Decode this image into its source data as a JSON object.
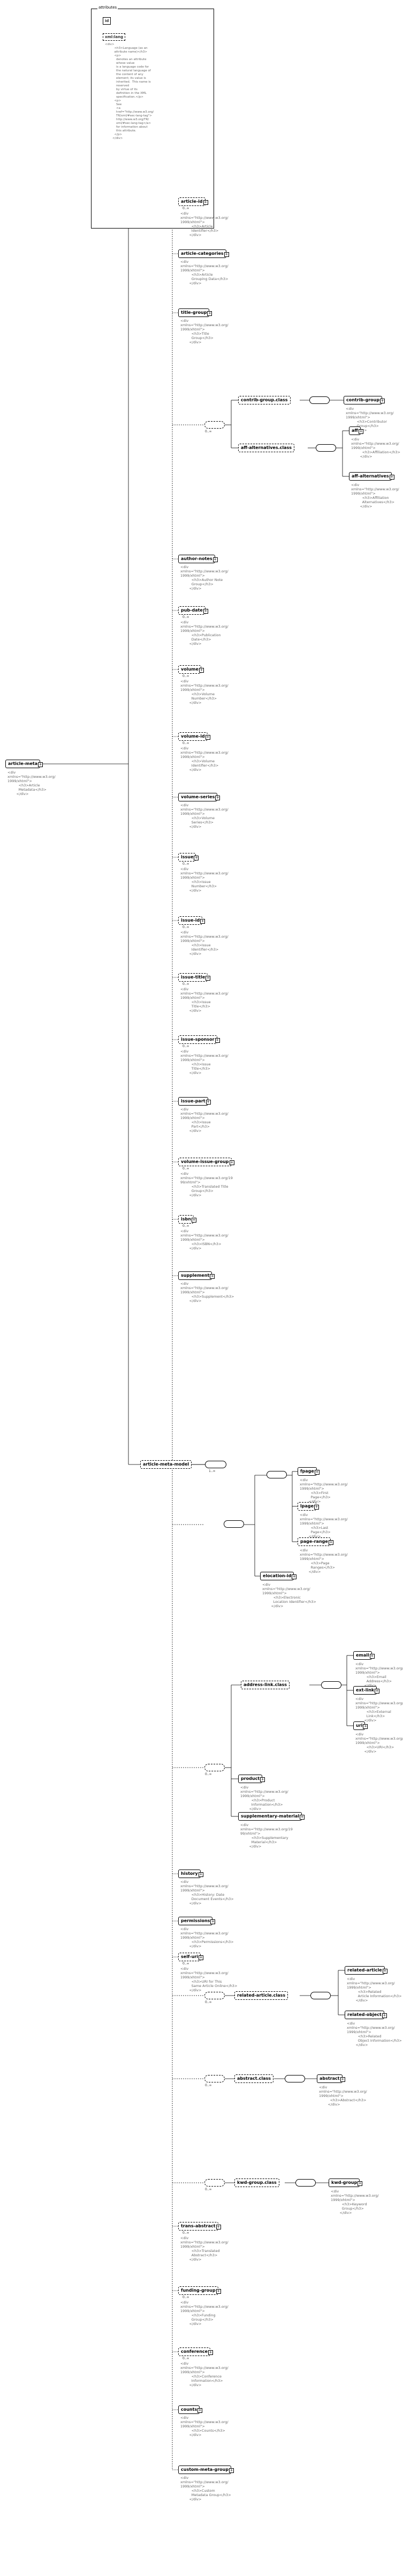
{
  "root": {
    "label": "article-meta",
    "doc": "<div\nxmlns=\"http://www.w3.org/\n1999/xhtml\">\n          <h3>Article\n          Metadata</h3>\n        </div>"
  },
  "attributes": {
    "title": "attributes",
    "id_label": "id",
    "xmllang_label": "xml:lang",
    "xmllang_doc": "<div>\n          <h3>Language (as an\n          attribute name)</h3>\n          <p>\n            denotes an attribute\n            whose value\n            is a language code for\n            the natural language of\n            the content of any\n            element; its value is\n            inherited.  This name is\n            reserved\n            by virtue of its\n            definition in the XML\n            specification.</p>\n          <p>\n            See\n            <a\n            href=\"http://www.w3.org/\n            TR/xml/#sec-lang-tag\">\n            http://www.w3.org/TR/\n            xml/#sec-lang-tag</a>\n            for information about\n            this attribute.\n          </p>\n        </div>"
  },
  "model": {
    "label": "article-meta-model",
    "occ": "1..∞"
  },
  "column_elements": [
    {
      "label": "article-id",
      "occ": "0..∞",
      "doc": "<div\nxmlns=\"http://www.w3.org/\n1999/xhtml\">\n          <h3>Article\n          Identifier</h3>\n        </div>"
    },
    {
      "label": "article-categories",
      "occ": "",
      "doc": "<div\nxmlns=\"http://www.w3.org/\n1999/xhtml\">\n          <h3>Article\n          Grouping Data</h3>\n        </div>"
    },
    {
      "label": "title-group",
      "occ": "",
      "doc": "<div\nxmlns=\"http://www.w3.org/\n1999/xhtml\">\n          <h3>Title\n          Group</h3>\n        </div>"
    },
    {
      "label": "author-notes",
      "occ": "",
      "doc": "<div\nxmlns=\"http://www.w3.org/\n1999/xhtml\">\n          <h3>Author Note\n          Group</h3>\n        </div>"
    },
    {
      "label": "pub-date",
      "occ": "0..∞",
      "doc": "<div\nxmlns=\"http://www.w3.org/\n1999/xhtml\">\n          <h3>Publication\n          Date</h3>\n        </div>"
    },
    {
      "label": "volume",
      "occ": "0..∞",
      "doc": "<div\nxmlns=\"http://www.w3.org/\n1999/xhtml\">\n          <h3>Volume\n          Number</h3>\n        </div>"
    },
    {
      "label": "volume-id",
      "occ": "0..∞",
      "doc": "<div\nxmlns=\"http://www.w3.org/\n1999/xhtml\">\n          <h3>Volume\n          Identifier</h3>\n        </div>"
    },
    {
      "label": "volume-series",
      "occ": "",
      "doc": "<div\nxmlns=\"http://www.w3.org/\n1999/xhtml\">\n          <h3>Volume\n          Series</h3>\n        </div>"
    },
    {
      "label": "issue",
      "occ": "0..∞",
      "doc": "<div\nxmlns=\"http://www.w3.org/\n1999/xhtml\">\n          <h3>Issue\n          Number</h3>\n        </div>"
    },
    {
      "label": "issue-id",
      "occ": "0..∞",
      "doc": "<div\nxmlns=\"http://www.w3.org/\n1999/xhtml\">\n          <h3>Issue\n          Identifier</h3>\n        </div>"
    },
    {
      "label": "issue-title",
      "occ": "0..∞",
      "doc": "<div\nxmlns=\"http://www.w3.org/\n1999/xhtml\">\n          <h3>Issue\n          Title</h3>\n        </div>"
    },
    {
      "label": "issue-sponsor",
      "occ": "0..∞",
      "doc": "<div\nxmlns=\"http://www.w3.org/\n1999/xhtml\">\n          <h3>Issue\n          Title</h3>\n        </div>"
    },
    {
      "label": "issue-part",
      "occ": "",
      "doc": "<div\nxmlns=\"http://www.w3.org/\n1999/xhtml\">\n          <h3>Issue\n          Part</h3>\n        </div>"
    },
    {
      "label": "volume-issue-group",
      "occ": "0..∞",
      "doc": "<div\nxmlns=\"http://www.w3.org/19\n99/xhtml\">\n          <h3>Translated Title\n          Group</h3>\n        </div>"
    },
    {
      "label": "isbn",
      "occ": "0..∞",
      "doc": "<div\nxmlns=\"http://www.w3.org/\n1999/xhtml\">\n          <h3>ISBN</h3>\n        </div>"
    },
    {
      "label": "supplement",
      "occ": "",
      "doc": "<div\nxmlns=\"http://www.w3.org/\n1999/xhtml\">\n          <h3>Supplement</h3>\n        </div>"
    },
    {
      "label": "history",
      "occ": "",
      "doc": "<div\nxmlns=\"http://www.w3.org/\n1999/xhtml\">\n          <h3>History: Date\n          Document Events</h3>\n        </div>"
    },
    {
      "label": "permissions",
      "occ": "",
      "doc": "<div\nxmlns=\"http://www.w3.org/\n1999/xhtml\">\n          <h3>Permissions</h3>\n        </div>"
    },
    {
      "label": "self-uri",
      "occ": "0..∞",
      "doc": "<div\nxmlns=\"http://www.w3.org/\n1999/xhtml\">\n          <h3>URI for This\n          Same Article Online</h3>\n        </div>"
    },
    {
      "label": "trans-abstract",
      "occ": "0..∞",
      "doc": "<div\nxmlns=\"http://www.w3.org/\n1999/xhtml\">\n          <h3>Translated\n          Abstract</h3>\n        </div>"
    },
    {
      "label": "funding-group",
      "occ": "0..∞",
      "doc": "<div\nxmlns=\"http://www.w3.org/\n1999/xhtml\">\n          <h3>Funding\n          Group</h3>\n        </div>"
    },
    {
      "label": "conference",
      "occ": "0..∞",
      "doc": "<div\nxmlns=\"http://www.w3.org/\n1999/xhtml\">\n          <h3>Conference\n          Information</h3>\n        </div>"
    },
    {
      "label": "counts",
      "occ": "",
      "doc": "<div\nxmlns=\"http://www.w3.org/\n1999/xhtml\">\n          <h3>Counts</h3>\n        </div>"
    },
    {
      "label": "custom-meta-group",
      "occ": "",
      "doc": "<div\nxmlns=\"http://www.w3.org/\n1999/xhtml\">\n          <h3>Custom\n          Metadata Group</h3>\n        </div>"
    }
  ],
  "contrib_section": {
    "choice_occ": "0..∞",
    "contrib_group_class": "contrib-group.class",
    "contrib_group": "contrib-group",
    "contrib_group_doc": "<div\nxmlns=\"http://www.w3.org/\n1999/xhtml\">\n          <h3>Contributor\n          Group</h3>\n        </div>",
    "aff_alternatives_class": "aff-alternatives.class",
    "aff": "aff",
    "aff_doc": "<div\nxmlns=\"http://www.w3.org/\n1999/xhtml\">\n          <h3>Affiliation</h3>\n        </div>",
    "aff_alternatives": "aff-alternatives",
    "aff_alternatives_doc": "<div\nxmlns=\"http://www.w3.org/\n1999/xhtml\">\n          <h3>Affiliation\n          Alternatives</h3>\n        </div>"
  },
  "page_section": {
    "fpage": "fpage",
    "fpage_doc": "<div\nxmlns=\"http://www.w3.org/\n1999/xhtml\">\n          <h3>First\n          Page</h3>\n        </div>",
    "lpage": "lpage",
    "lpage_doc": "<div\nxmlns=\"http://www.w3.org/\n1999/xhtml\">\n          <h3>Last\n          Page</h3>\n        </div>",
    "page_range": "page-range",
    "page_range_doc": "<div\nxmlns=\"http://www.w3.org/\n1999/xhtml\">\n          <h3>Page\n          Ranges</h3>\n        </div>",
    "elocation_id": "elocation-id",
    "elocation_id_doc": "<div\nxmlns=\"http://www.w3.org/\n1999/xhtml\">\n          <h3>Electronic\n          Location Identifier</h3>\n        </div>"
  },
  "address_section": {
    "choice_occ": "0..∞",
    "address_link_class": "address-link.class",
    "email": "email",
    "email_doc": "<div\nxmlns=\"http://www.w3.org/\n1999/xhtml\">\n          <h3>Email\n          Address</h3>\n        </div>",
    "ext_link": "ext-link",
    "ext_link_doc": "<div\nxmlns=\"http://www.w3.org/\n1999/xhtml\">\n          <h3>External\n          Link</h3>\n        </div>",
    "uri": "uri",
    "uri_doc": "<div\nxmlns=\"http://www.w3.org/\n1999/xhtml\">\n          <h3>URI</h3>\n        </div>",
    "product": "product",
    "product_doc": "<div\nxmlns=\"http://www.w3.org/\n1999/xhtml\">\n          <h3>Product\n          Information</h3>\n        </div>",
    "supplementary_material": "supplementary-material",
    "supplementary_material_doc": "<div\nxmlns=\"http://www.w3.org/19\n99/xhtml\">\n          <h3>Supplementary\n          Material</h3>\n        </div>"
  },
  "related_section": {
    "choice_occ": "0..∞",
    "related_article_class": "related-article.class",
    "related_article": "related-article",
    "related_article_doc": "<div\nxmlns=\"http://www.w3.org/\n1999/xhtml\">\n          <h3>Related\n          Article Information</h3>\n        </div>",
    "related_object": "related-object",
    "related_object_doc": "<div\nxmlns=\"http://www.w3.org/\n1999/xhtml\">\n          <h3>Related\n          Object Information</h3>\n        </div>"
  },
  "abstract_section": {
    "choice_occ": "0..∞",
    "abstract_class": "abstract.class",
    "abstract": "abstract",
    "abstract_doc": "<div\nxmlns=\"http://www.w3.org/\n1999/xhtml\">\n          <h3>Abstract</h3>\n        </div>"
  },
  "kwd_section": {
    "choice_occ": "0..∞",
    "kwd_group_class": "kwd-group.class",
    "kwd_group": "kwd-group",
    "kwd_group_doc": "<div\nxmlns=\"http://www.w3.org/\n1999/xhtml\">\n          <h3>Keyword\n          Group</h3>\n        </div>"
  }
}
